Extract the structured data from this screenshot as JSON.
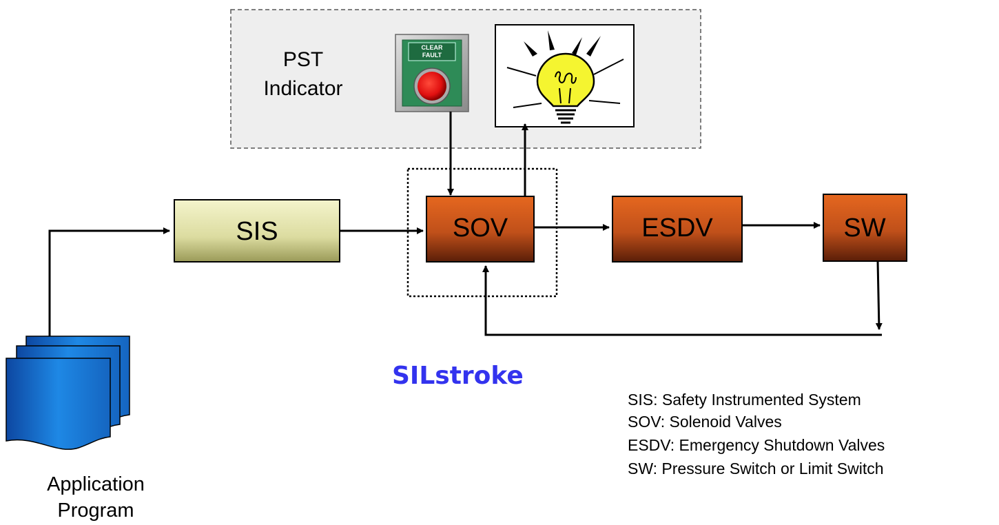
{
  "indicator_panel": {
    "label_line1": "PST",
    "label_line2": "Indicator",
    "button_line1": "CLEAR",
    "button_line2": "FAULT"
  },
  "blocks": {
    "sis": "SIS",
    "sov": "SOV",
    "esdv": "ESDV",
    "sw": "SW"
  },
  "program": {
    "line1": "Application",
    "line2": "Program"
  },
  "brand": {
    "text": "SILstroke",
    "color": "#3333ee"
  },
  "legend": [
    "SIS: Safety Instrumented System",
    "SOV: Solenoid Valves",
    "ESDV: Emergency Shutdown Valves",
    "SW: Pressure Switch or Limit Switch"
  ],
  "colors": {
    "sis_fill": "#dcdca0",
    "valve_fill": "#c0501a",
    "program_fill": "#1565c0",
    "panel_fill": "#eeeeee",
    "bulb_fill": "#f5f530"
  }
}
